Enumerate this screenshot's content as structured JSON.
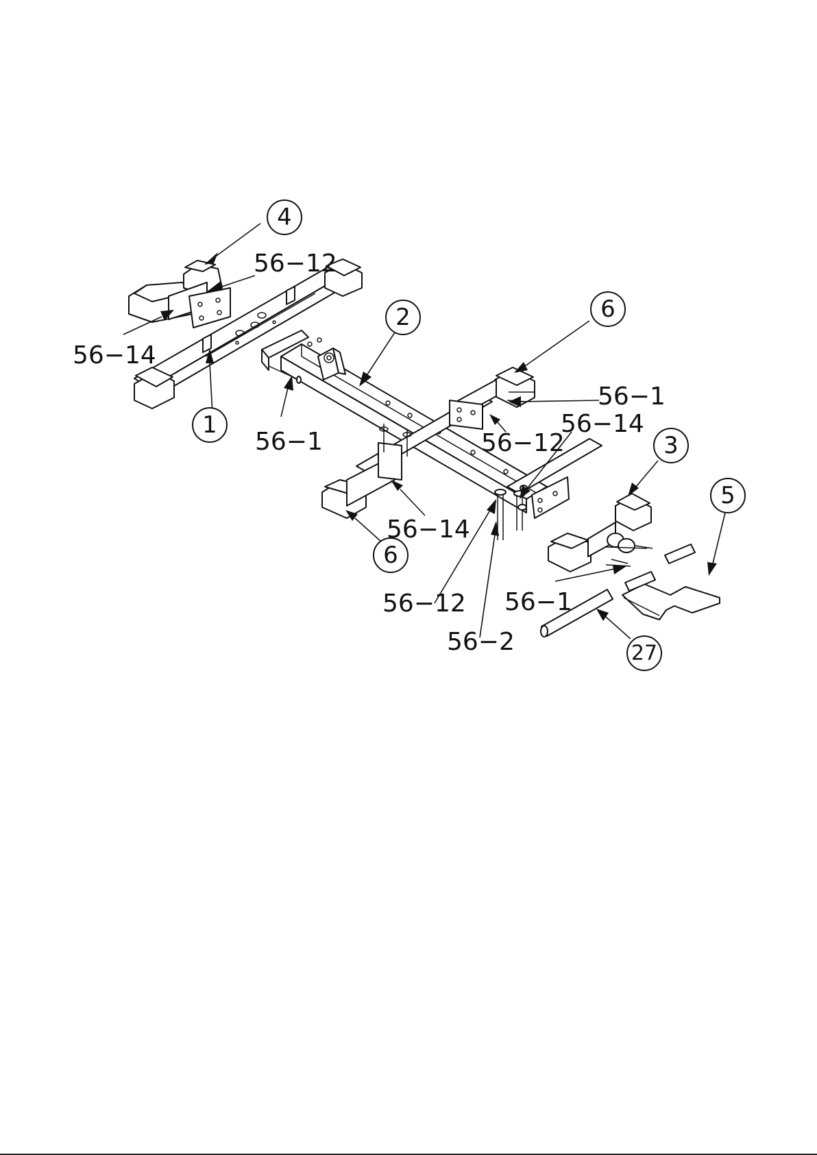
{
  "callouts": {
    "c4": "4",
    "c2": "2",
    "c6a": "6",
    "c1": "1",
    "c3": "3",
    "c5": "5",
    "c6b": "6",
    "c27": "27"
  },
  "labels": {
    "l56_12a": "56−12",
    "l56_14a": "56−14",
    "l56_1a": "56−1",
    "l56_1b": "56−1",
    "l56_12b": "56−12",
    "l56_14b": "56−14",
    "l56_14c": "56−14",
    "l56_12c": "56−12",
    "l56_1c": "56−1",
    "l56_2": "56−2"
  }
}
